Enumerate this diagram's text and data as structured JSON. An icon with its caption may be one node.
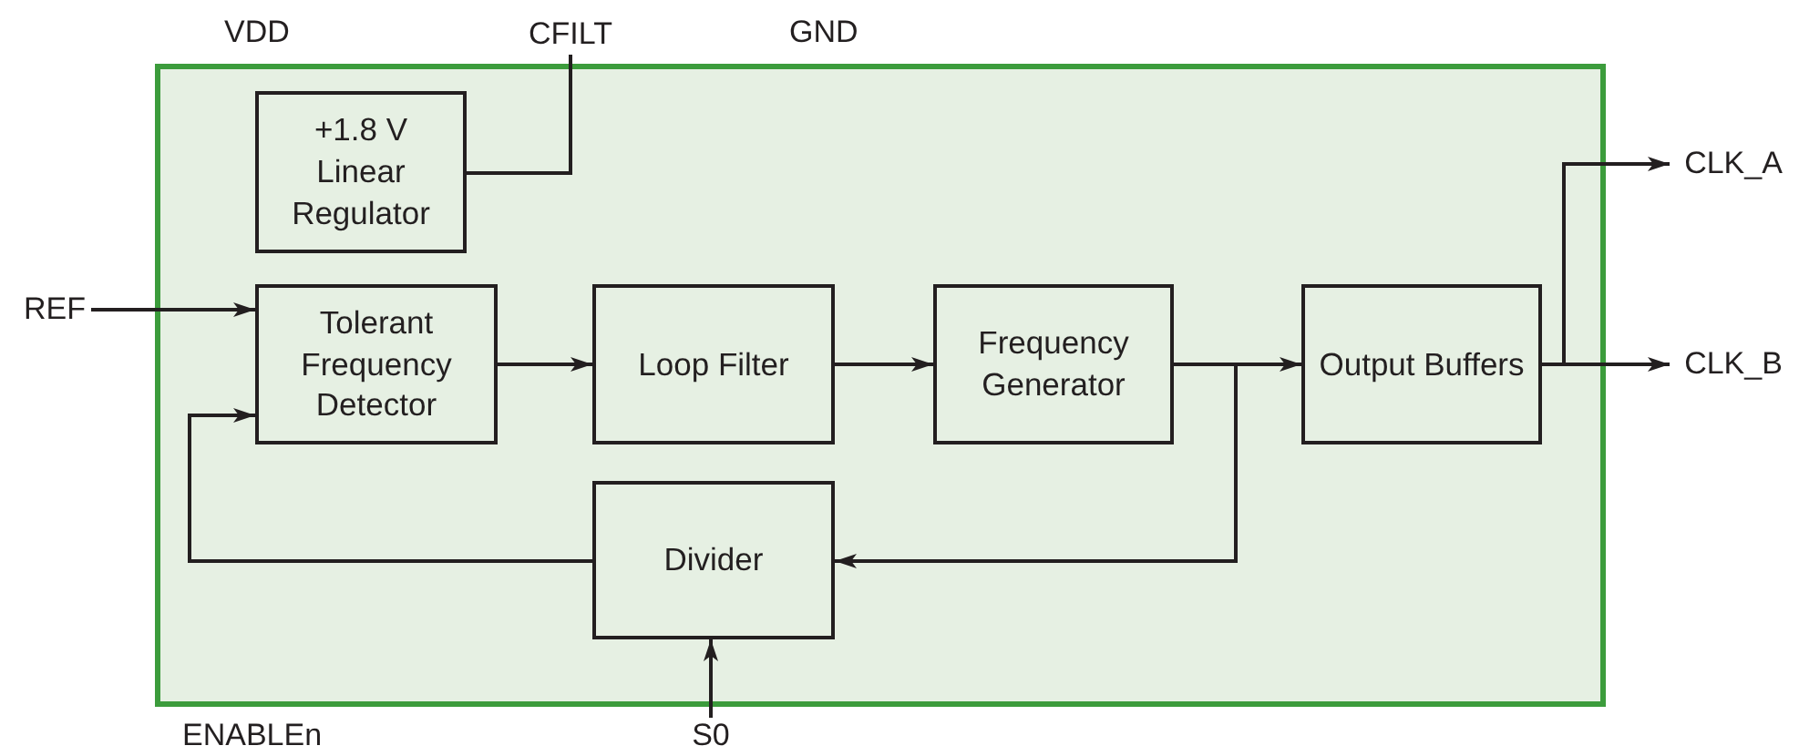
{
  "diagram": {
    "nodes": [
      {
        "text": [],
        "shape": "box"
      },
      {
        "text": [
          "+1.8 V Linear Regulator"
        ],
        "in": 0
      },
      {
        "text": [
          "Tolerant Frequency Detector"
        ],
        "in": 0
      },
      {
        "text": [
          "Loop Filter"
        ],
        "in": 0
      },
      {
        "text": [
          "Frequency Generator"
        ],
        "in": 0
      },
      {
        "text": [
          "Output Buffers"
        ],
        "in": 0
      },
      {
        "text": [
          "Divider"
        ],
        "in": 0
      },
      {
        "text": [
          "CFILT"
        ]
      },
      {
        "text": [
          "REF"
        ]
      },
      {
        "text": [
          "S0"
        ]
      },
      {
        "text": [
          "CLK_A"
        ]
      },
      {
        "text": [
          "CLK_B"
        ]
      }
    ],
    "edges": [
      {
        "from": 7,
        "to": 1,
        "arrow": "none"
      },
      {
        "from": 8,
        "to": 2,
        "arrow": "to"
      },
      {
        "from": 2,
        "to": 3,
        "arrow": "to"
      },
      {
        "from": 3,
        "to": 4,
        "arrow": "to"
      },
      {
        "from": 4,
        "to": 5,
        "arrow": "to"
      },
      {
        "from": 4,
        "to": 6,
        "arrow": "to"
      },
      {
        "from": 6,
        "to": 2,
        "arrow": "to"
      },
      {
        "from": 9,
        "to": 6,
        "arrow": "to"
      },
      {
        "from": 5,
        "to": 10,
        "arrow": "to"
      },
      {
        "from": 5,
        "to": 11,
        "arrow": "to"
      }
    ],
    "labels": [
      "VDD",
      "GND",
      "ENABLEn"
    ]
  }
}
